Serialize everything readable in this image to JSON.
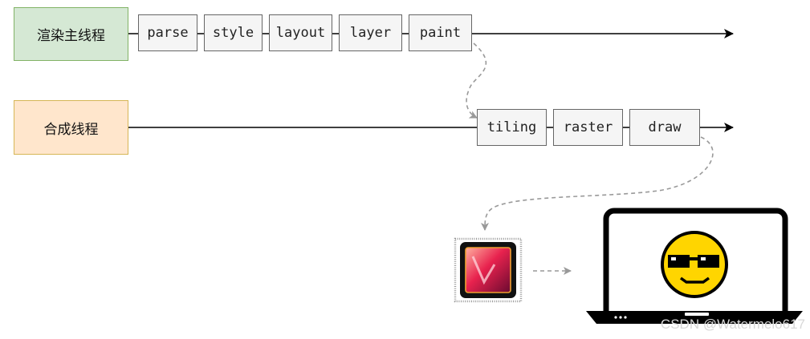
{
  "threads": {
    "main": "渲染主线程",
    "compositor": "合成线程"
  },
  "main_stages": [
    "parse",
    "style",
    "layout",
    "layer",
    "paint"
  ],
  "compositor_stages": [
    "tiling",
    "raster",
    "draw"
  ],
  "icons": {
    "gpu": "gpu-chip-icon",
    "display": "laptop-display-icon",
    "face": "sunglasses-smiley-icon"
  },
  "colors": {
    "main_thread_fill": "#d5e8d4",
    "main_thread_border": "#82b366",
    "compositor_fill": "#ffe6cc",
    "compositor_border": "#d6b656",
    "stage_fill": "#f5f5f5",
    "stage_border": "#666666",
    "face": "#ffd500"
  },
  "watermark": "CSDN @Watermelo617"
}
